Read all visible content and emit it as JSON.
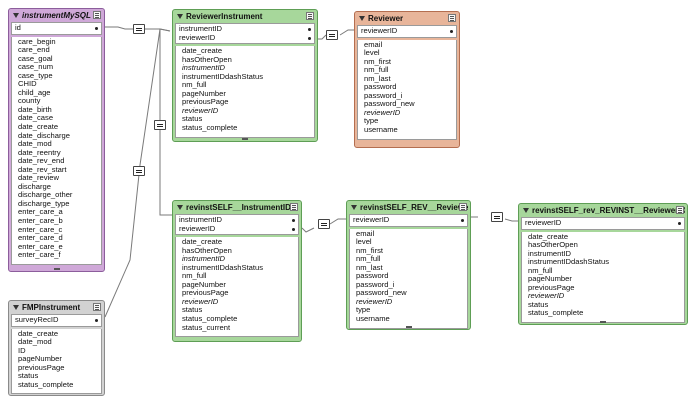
{
  "tables": [
    {
      "id": "instrumentMySQL",
      "name": "instrumentMySQL",
      "color": "purple",
      "keys": [
        {
          "label": "id",
          "italic": false
        }
      ],
      "fields": [
        {
          "label": "care_begin"
        },
        {
          "label": "care_end"
        },
        {
          "label": "case_goal"
        },
        {
          "label": "case_num"
        },
        {
          "label": "case_type"
        },
        {
          "label": "CHID"
        },
        {
          "label": "child_age"
        },
        {
          "label": "county"
        },
        {
          "label": "date_birth"
        },
        {
          "label": "date_case"
        },
        {
          "label": "date_create"
        },
        {
          "label": "date_discharge"
        },
        {
          "label": "date_mod"
        },
        {
          "label": "date_reentry"
        },
        {
          "label": "date_rev_end"
        },
        {
          "label": "date_rev_start"
        },
        {
          "label": "date_review"
        },
        {
          "label": "discharge"
        },
        {
          "label": "discharge_other"
        },
        {
          "label": "discharge_type"
        },
        {
          "label": "enter_care_a"
        },
        {
          "label": "enter_care_b"
        },
        {
          "label": "enter_care_c"
        },
        {
          "label": "enter_care_d"
        },
        {
          "label": "enter_care_e"
        },
        {
          "label": "enter_care_f"
        }
      ]
    },
    {
      "id": "ReviewerInstrument",
      "name": "ReviewerInstrument",
      "color": "green",
      "keys": [
        {
          "label": "instrumentID"
        },
        {
          "label": "reviewerID"
        }
      ],
      "fields": [
        {
          "label": "date_create"
        },
        {
          "label": "hasOtherOpen"
        },
        {
          "label": "instrumentID",
          "italic": true
        },
        {
          "label": "instrumentIDdashStatus"
        },
        {
          "label": "nm_full"
        },
        {
          "label": "pageNumber"
        },
        {
          "label": "previousPage"
        },
        {
          "label": "reviewerID",
          "italic": true
        },
        {
          "label": "status"
        },
        {
          "label": "status_complete"
        }
      ]
    },
    {
      "id": "Reviewer",
      "name": "Reviewer",
      "color": "orange",
      "keys": [
        {
          "label": "reviewerID"
        }
      ],
      "fields": [
        {
          "label": "email"
        },
        {
          "label": "level"
        },
        {
          "label": "nm_first"
        },
        {
          "label": "nm_full"
        },
        {
          "label": "nm_last"
        },
        {
          "label": "password"
        },
        {
          "label": "password_i"
        },
        {
          "label": "password_new"
        },
        {
          "label": "reviewerID",
          "italic": true
        },
        {
          "label": "type"
        },
        {
          "label": "username"
        }
      ]
    },
    {
      "id": "revinstSELF_InstrumentID",
      "name": "revinstSELF__InstrumentID",
      "color": "green",
      "keys": [
        {
          "label": "instrumentID"
        },
        {
          "label": "reviewerID"
        }
      ],
      "fields": [
        {
          "label": "date_create"
        },
        {
          "label": "hasOtherOpen"
        },
        {
          "label": "instrumentID",
          "italic": true
        },
        {
          "label": "instrumentIDdashStatus"
        },
        {
          "label": "nm_full"
        },
        {
          "label": "pageNumber"
        },
        {
          "label": "previousPage"
        },
        {
          "label": "reviewerID",
          "italic": true
        },
        {
          "label": "status"
        },
        {
          "label": "status_complete"
        },
        {
          "label": "status_current"
        }
      ]
    },
    {
      "id": "revinstSELF_REV_ReviewerID",
      "name": "revinstSELF_REV__ReviewerID",
      "color": "green",
      "keys": [
        {
          "label": "reviewerID"
        }
      ],
      "fields": [
        {
          "label": "email"
        },
        {
          "label": "level"
        },
        {
          "label": "nm_first"
        },
        {
          "label": "nm_full"
        },
        {
          "label": "nm_last"
        },
        {
          "label": "password"
        },
        {
          "label": "password_i"
        },
        {
          "label": "password_new"
        },
        {
          "label": "reviewerID",
          "italic": true
        },
        {
          "label": "type"
        },
        {
          "label": "username"
        }
      ]
    },
    {
      "id": "revinstSELF_rev_REVINST_ReviewerID",
      "name": "revinstSELF_rev_REVINST__ReviewerID",
      "color": "green",
      "keys": [
        {
          "label": "reviewerID"
        }
      ],
      "fields": [
        {
          "label": "date_create"
        },
        {
          "label": "hasOtherOpen"
        },
        {
          "label": "instrumentID"
        },
        {
          "label": "instrumentIDdashStatus"
        },
        {
          "label": "nm_full"
        },
        {
          "label": "pageNumber"
        },
        {
          "label": "previousPage"
        },
        {
          "label": "reviewerID",
          "italic": true
        },
        {
          "label": "status"
        },
        {
          "label": "status_complete"
        }
      ]
    },
    {
      "id": "FMPInstrument",
      "name": "FMPInstrument",
      "color": "gray",
      "keys": [
        {
          "label": "surveyRecID"
        }
      ],
      "fields": [
        {
          "label": "date_create"
        },
        {
          "label": "date_mod"
        },
        {
          "label": "ID"
        },
        {
          "label": "pageNumber"
        },
        {
          "label": "previousPage"
        },
        {
          "label": "status"
        },
        {
          "label": "status_complete"
        }
      ]
    }
  ],
  "relationships": [
    {
      "from": "instrumentMySQL",
      "to": "ReviewerInstrument",
      "operator": "="
    },
    {
      "from": "ReviewerInstrument",
      "to": "Reviewer",
      "operator": "="
    },
    {
      "from": "ReviewerInstrument",
      "to": "revinstSELF_InstrumentID",
      "operator": "="
    },
    {
      "from": "ReviewerInstrument",
      "to": "FMPInstrument",
      "operator": "="
    },
    {
      "from": "revinstSELF_InstrumentID",
      "to": "revinstSELF_REV_ReviewerID",
      "operator": "="
    },
    {
      "from": "revinstSELF_REV_ReviewerID",
      "to": "revinstSELF_rev_REVINST_ReviewerID",
      "operator": "="
    }
  ],
  "colors": {
    "purple": "#cfa8d8",
    "green": "#a7d79b",
    "orange": "#e8b59a",
    "gray": "#d2d2d2",
    "line": "#777777"
  }
}
